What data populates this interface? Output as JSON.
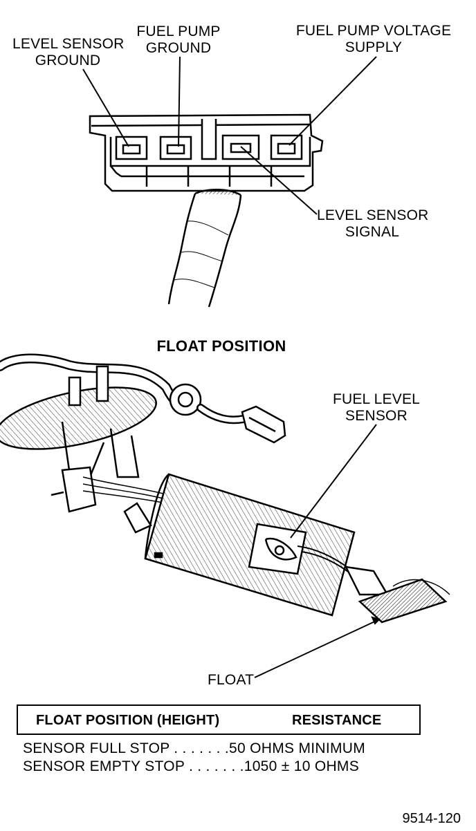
{
  "connector_labels": {
    "level_sensor_ground": [
      "LEVEL SENSOR",
      "GROUND"
    ],
    "fuel_pump_ground": [
      "FUEL PUMP",
      "GROUND"
    ],
    "fuel_pump_voltage": [
      "FUEL PUMP VOLTAGE",
      "SUPPLY"
    ],
    "level_sensor_signal": [
      "LEVEL SENSOR",
      "SIGNAL"
    ]
  },
  "section_title": "FLOAT POSITION",
  "module_labels": {
    "fuel_level_sensor": [
      "FUEL LEVEL",
      "SENSOR"
    ],
    "float": "FLOAT"
  },
  "table": {
    "col1_header": "FLOAT POSITION (HEIGHT)",
    "col2_header": "RESISTANCE",
    "rows": [
      {
        "text": "SENSOR FULL STOP  . . . . . . .50 OHMS MINIMUM"
      },
      {
        "text": "SENSOR EMPTY STOP  . . . . . . .1050  ±  10 OHMS"
      }
    ]
  },
  "figure_id": "9514-120"
}
